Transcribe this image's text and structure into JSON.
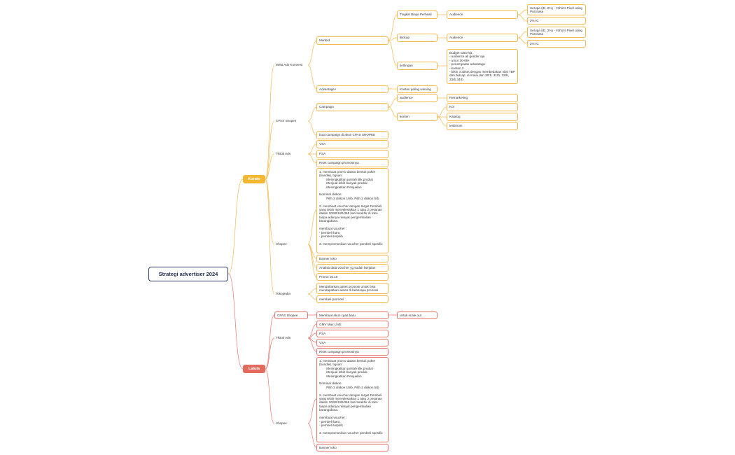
{
  "root": "Strategi advertiser 2024",
  "kurato": {
    "label": "Kurato",
    "meta": "Meta Ads Konversi",
    "manbid": "Manbid",
    "tingkat": "Tingkat Biaya Perhasil",
    "audience1": "Audience",
    "serupa1": "Serupa (ID, 2%) - Yohio's Pixel using Purchase",
    "ic1": "2% IC",
    "bidcap": "Bidcap",
    "audience2": "Audience",
    "serupa2": "Serupa (ID, 2%) - Yohio's Pixel using Purchase",
    "ic2": "2% IC",
    "settingan": "settingan",
    "budget": "Budget CBO 5jt,\n- audience all gender aja\n- umur 30-65+\n- penempatan advantage\n- konten 2\n- bikin 3 adset dengan membedakan nilai TBP dan bidcap, di mulai dari 30rb, 31rb, 32rb, 33rb,34rb",
    "advantage": "Advantage+",
    "konten_winning": "Konten paling winning",
    "cpas": "CPAS Shopee",
    "campaign": "Campaign",
    "audience3": "audience",
    "remarketing": "Remarketing",
    "konten": "konten",
    "kol": "Kol",
    "katalog": "Katalog",
    "testimoni": "testimoni",
    "buat_campaign": "buat campaign di akun CPAS SHOPEE",
    "tiktok": "Tiktok Ads",
    "vsa": "VSA",
    "psa": "PSA",
    "riset": "Riset campaign promosinya",
    "shopee": "Shopee",
    "promo_text": "1. membuat promo dalam bentuk paket (bundle), tujuan:\n        Meningkatkan jumlah klik produk\n        Menjual lebih banyak produk\n        Meningkatkan Penjualan\n\nNominal diskon:\n        Pilih 3 diskon 10rb, Pilih 2 diskon 5rb\n\n2. membuat voucher dengan target Pembeli yang telah menyelesaikan 1 atau 2 pesanan dalam 30/90/180/365 hari terakhir di toko tanpa adanya riwayat pengembalian barang/dana.\n\nmembuat voucher :\n- pembeli baru\n- pembeli terpilih\n\n3. mempromosikan voucher pembeli spesific",
    "banner": "Banner toko",
    "analisa": "Analisa data voucher yg sudah berjalan",
    "promo1010": "Promo 10.10",
    "tokopedia": "Tokopedia",
    "mendaftarkan": "Mendaftarkan paket promosi untuk bisa mendapatkan akses di beberapa promosi",
    "membeli": "membeli promosi"
  },
  "lalula": {
    "label": "Lalula",
    "cpas": "CPAS Shopee",
    "membuat_akun": "Membuat akun cpas baru",
    "scale": "untuk scale out",
    "tiktok": "Tiktok Ads",
    "gmv": "GMV Max LIVE",
    "psa": "PSA",
    "vsa": "VSA",
    "riset": "Riset campaign promosinya",
    "shopee": "Shopee",
    "promo_text": "1. membuat promo dalam bentuk paket (bundle), tujuan:\n        Meningkatkan jumlah klik produk\n        Menjual lebih banyak produk\n        Meningkatkan Penjualan\n\nNominal diskon:\n        Pilih 3 diskon 10rb, Pilih 2 diskon 5rb\n\n2. membuat voucher dengan target Pembeli yang telah menyelesaikan 1 atau 2 pesanan dalam 30/90/180/365 hari terakhir di toko tanpa adanya riwayat pengembalian barang/dana.\n\nmembuat voucher :\n- pembeli baru\n- pembeli terpilih\n\n3. mempromosikan voucher pembeli spesific",
    "banner": "Banner toko"
  }
}
